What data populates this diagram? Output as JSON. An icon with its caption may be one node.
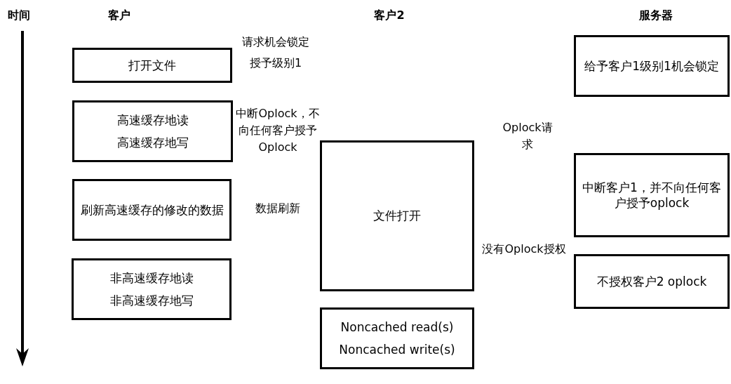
{
  "diagram": {
    "nodes": [
      {
        "text": [
          "打开文件"
        ]
      },
      {
        "text": [
          "高速缓存地读",
          "高速缓存地写"
        ]
      },
      {
        "text": [
          "刷新高速缓存的修改的数据"
        ]
      },
      {
        "text": [
          "非高速缓存地读",
          "非高速缓存地写"
        ]
      },
      {
        "text": [
          "文件打开"
        ]
      },
      {
        "text": [
          "Noncached read(s)",
          "Noncached write(s)"
        ]
      },
      {
        "text": [
          "给予客户1级别1机会锁定"
        ]
      },
      {
        "text": [
          "中断客户1，并不向任何客户授予oplock"
        ]
      },
      {
        "text": [
          "不授权客户2 oplock"
        ]
      }
    ],
    "labels": [
      "时间",
      "客户",
      "客户2",
      "服务器",
      "请求机会锁定",
      "授予级别1",
      "中断Oplock，不向任何客户授予Oplock",
      "Oplock请求",
      "数据刷新",
      "没有Oplock授权"
    ]
  }
}
